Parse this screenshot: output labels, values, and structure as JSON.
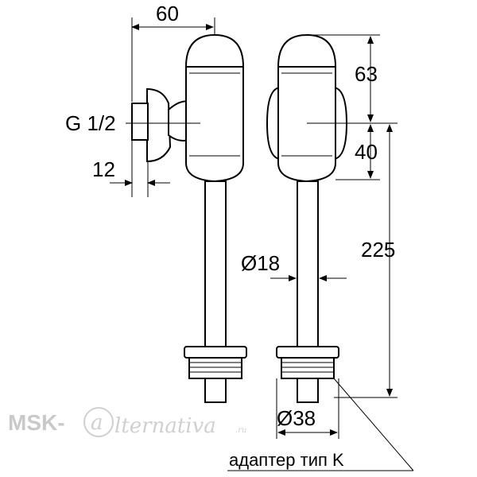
{
  "dimensions": {
    "top_width": "60",
    "inlet_thread": "G 1/2",
    "inlet_length": "12",
    "head_height": "63",
    "valve_height": "40",
    "pipe_length": "225",
    "pipe_diameter": "Ø18",
    "adapter_diameter": "Ø38"
  },
  "note": "адаптер тип K",
  "watermark": {
    "brand_prefix": "MSK-",
    "brand_at": "a",
    "brand_script": "lternativa",
    "brand_suffix": ".ru"
  },
  "colors": {
    "line": "#000000",
    "watermark": "#c9c9c9"
  }
}
